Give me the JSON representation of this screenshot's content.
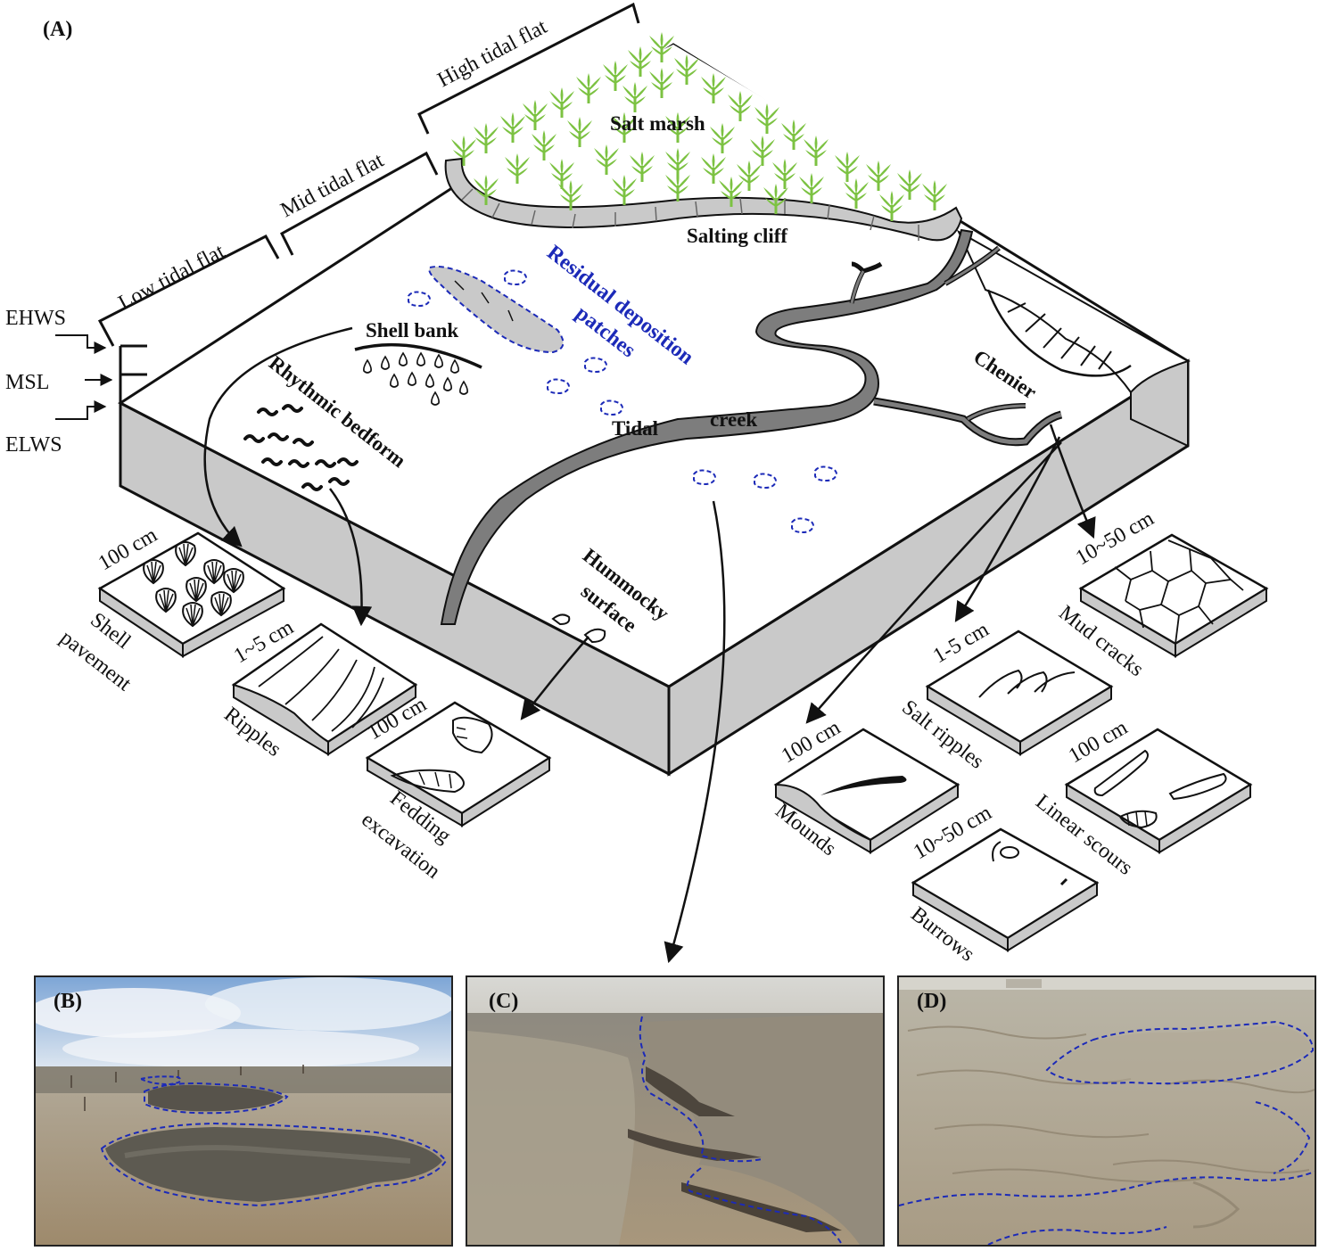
{
  "panels": {
    "a": "(A)",
    "b": "(B)",
    "c": "(C)",
    "d": "(D)"
  },
  "zones": {
    "low": "Low tidal flat",
    "mid": "Mid tidal flat",
    "high": "High tidal flat"
  },
  "water_levels": {
    "ehws": "EHWS",
    "msl": "MSL",
    "elws": "ELWS"
  },
  "features": {
    "salt_marsh": "Salt marsh",
    "salting_cliff": "Salting cliff",
    "residual_line1": "Residual deposition",
    "residual_line2": "patches",
    "shell_bank": "Shell bank",
    "rhythmic_bedform": "Rhythmic bedform",
    "tidal": "Tidal",
    "creek": "creek",
    "chenier": "Chenier",
    "hummocky_line1": "Hummocky",
    "hummocky_line2": "surface"
  },
  "insets": {
    "shell": {
      "scale": "100 cm",
      "name1": "Shell",
      "name2": "pavement"
    },
    "ripples": {
      "scale": "1~5 cm",
      "name1": "Ripples"
    },
    "feeding": {
      "scale": "100 cm",
      "name1": "Fedding",
      "name2": "excavation"
    },
    "mounds": {
      "scale": "100 cm",
      "name1": "Mounds"
    },
    "salt_ripples": {
      "scale": "1-5 cm",
      "name1": "Salt ripples"
    },
    "mud_cracks": {
      "scale": "10~50 cm",
      "name1": "Mud cracks"
    },
    "linear_scours": {
      "scale": "100 cm",
      "name1": "Linear scours"
    },
    "burrows": {
      "scale": "10~50 cm",
      "name1": "Burrows"
    }
  },
  "colors": {
    "marsh_green": "#7cc242",
    "patch_blue": "#1c2ab8",
    "creek_gray": "#7d7d7d",
    "block_side": "#c9c9c9"
  }
}
